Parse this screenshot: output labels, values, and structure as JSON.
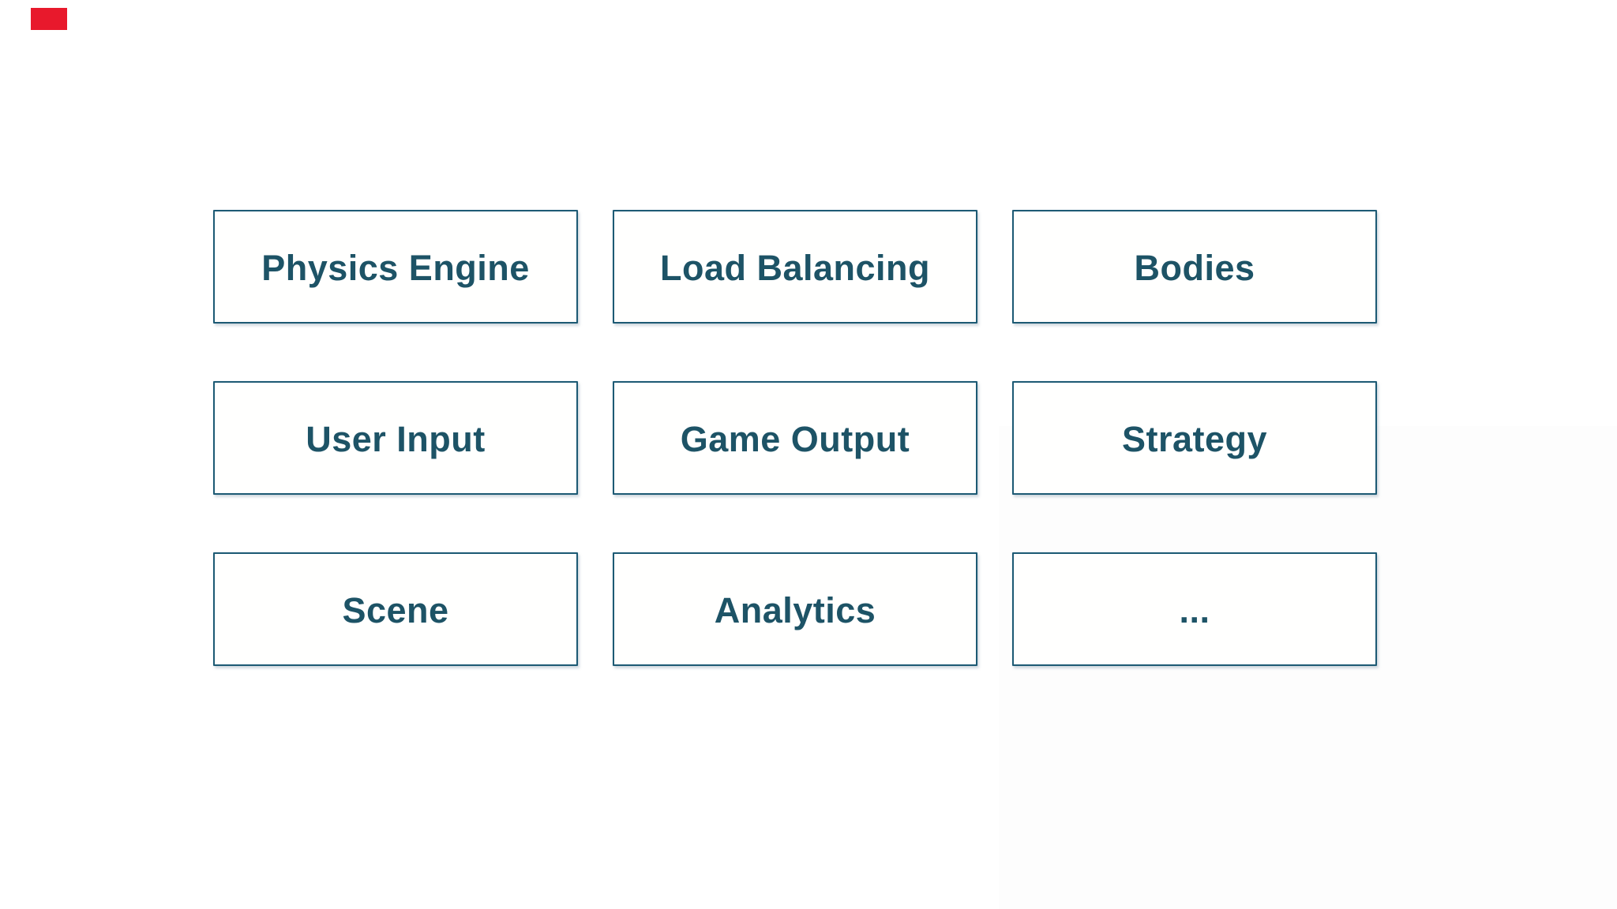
{
  "marker": {
    "color": "#e8192c"
  },
  "diagram": {
    "colors": {
      "text": "#1d5366",
      "border": "#1d5a74",
      "box_background": "#fffffe",
      "page_background": "#ffffff",
      "background_tint": "#fdfdfd"
    },
    "boxes": [
      {
        "label": "Physics Engine"
      },
      {
        "label": "Load Balancing"
      },
      {
        "label": "Bodies"
      },
      {
        "label": "User Input"
      },
      {
        "label": "Game Output"
      },
      {
        "label": "Strategy"
      },
      {
        "label": "Scene"
      },
      {
        "label": "Analytics"
      },
      {
        "label": "..."
      }
    ]
  }
}
